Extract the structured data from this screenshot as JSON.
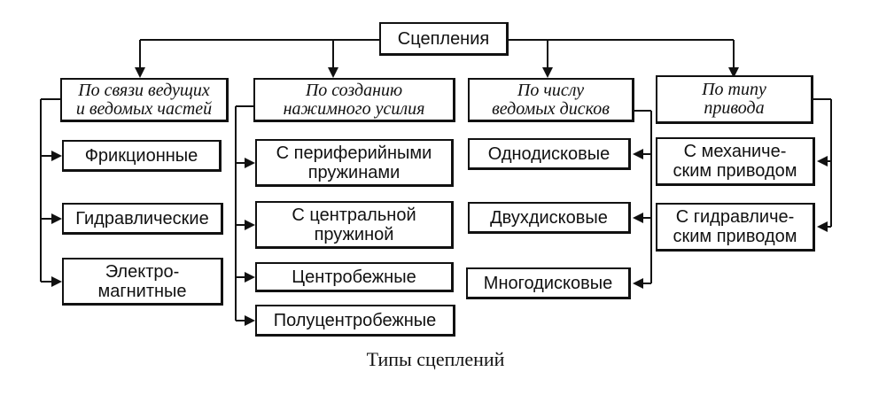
{
  "root": "Сцепления",
  "categories": [
    {
      "title": "По связи ведущих\nи ведомых частей",
      "items": [
        "Фрикционные",
        "Гидравлические",
        "Электро-\nмагнитные"
      ]
    },
    {
      "title": "По созданию\nнажимного усилия",
      "items": [
        "С периферийными\nпружинами",
        "С центральной\nпружиной",
        "Центробежные",
        "Полуцентробежные"
      ]
    },
    {
      "title": "По числу\nведомых дисков",
      "items": [
        "Однодисковые",
        "Двухдисковые",
        "Многодисковые"
      ]
    },
    {
      "title": "По типу\nпривода",
      "items": [
        "С механиче-\nским приводом",
        "С гидравличе-\nским приводом"
      ]
    }
  ],
  "caption": "Типы сцеплений"
}
